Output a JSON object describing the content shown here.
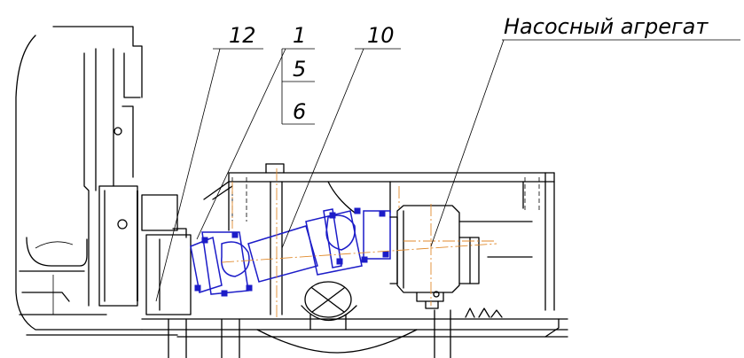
{
  "callouts": {
    "label_12": "12",
    "label_1": "1",
    "label_5": "5",
    "label_6": "6",
    "label_10": "10",
    "label_pump": "Насосный агрегат"
  },
  "colors": {
    "line": "#000000",
    "shaft_assembly": "#1c1cc8",
    "centerline": "#e08a2c",
    "background": "#ffffff"
  }
}
